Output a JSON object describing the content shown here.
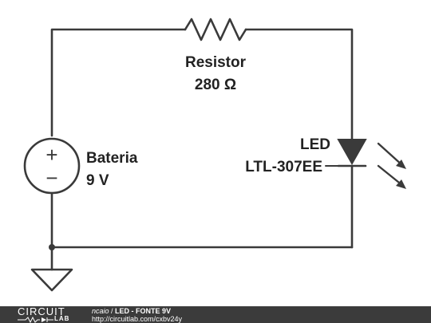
{
  "circuit": {
    "resistor": {
      "name": "Resistor",
      "value": "280 Ω"
    },
    "battery": {
      "name": "Bateria",
      "value": "9 V",
      "plus": "+",
      "minus": "−"
    },
    "led": {
      "name": "LED",
      "part": "LTL-307EE"
    }
  },
  "footer": {
    "logo_word": "CIRCUIT",
    "logo_sub": "LAB",
    "author": "ncaio",
    "separator": " / ",
    "title": "LED - FONTE 9V",
    "url": "http://circuitlab.com/cxbv24y"
  },
  "colors": {
    "wire": "#3a3a3a",
    "footer_bg": "#3b3b3b",
    "text": "#222222"
  }
}
